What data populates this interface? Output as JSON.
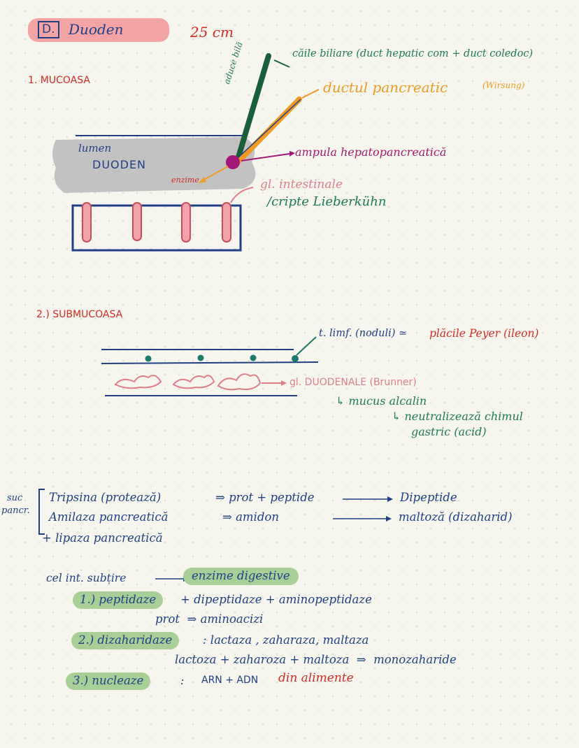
{
  "title": {
    "box": "D.",
    "word": "Duoden",
    "length": "25 cm"
  },
  "mucoasa": {
    "heading": "1. MUCOASA",
    "lumen_label_1": "lumen",
    "lumen_label_2": "DUODEN",
    "enzime": "enzime",
    "aduce_bila": "aduce bilă",
    "caile_biliare": "căile biliare (duct hepatic com + duct coledoc)",
    "ductul_pancreatic": "ductul pancreatic",
    "wirsung": "(Wirsung)",
    "ampula": "ampula hepatopancreatică",
    "gl_intestinale": "gl. intestinale",
    "cripte": "/cripte Lieberkühn"
  },
  "submucoasa": {
    "heading": "2.) SUBMUCOASA",
    "tesut": "t. limf. (noduli) ≃",
    "placi": "plăcile Peyer (ileon)",
    "gl_duodenale": "gl. DUODENALE (Brunner)",
    "mucus": "↳ mucus alcalin",
    "neutralizeaza": "↳ neutralizează chimul",
    "gastric": "gastric (acid)"
  },
  "suc_pancreatic": {
    "label_1": "suc",
    "label_2": "pancr.",
    "rows": [
      {
        "enzyme": "Tripsina (protează)",
        "substrate": "⇒ prot + peptide",
        "product": "Dipeptide"
      },
      {
        "enzyme": "Amilaza pancreatică",
        "substrate": "⇒ amidon",
        "product": "maltoză (dizaharid)"
      }
    ],
    "lipaza": "+ lipaza pancreatică"
  },
  "intestin": {
    "intro": "cel int. subțire",
    "enzime": "enzime digestive",
    "peptidaze_label": "1.) peptidaze",
    "peptidaze_rest": "+ dipeptidaze + aminopeptidaze",
    "peptidaze_reaction": "prot  ⇒ aminoacizi",
    "dizaharidaze_label": "2.) dizaharidaze",
    "dizaharidaze_rest": ": lactaza , zaharaza, maltaza",
    "dizaharidaze_reaction": "lactoza + zaharoza + maltoza  ⇒  monozaharide",
    "nucleaze_label": "3.) nucleaze",
    "nucleaze_colon": ":",
    "nucleaze_substrate": "ARN + ADN",
    "nucleaze_source": "din alimente"
  }
}
